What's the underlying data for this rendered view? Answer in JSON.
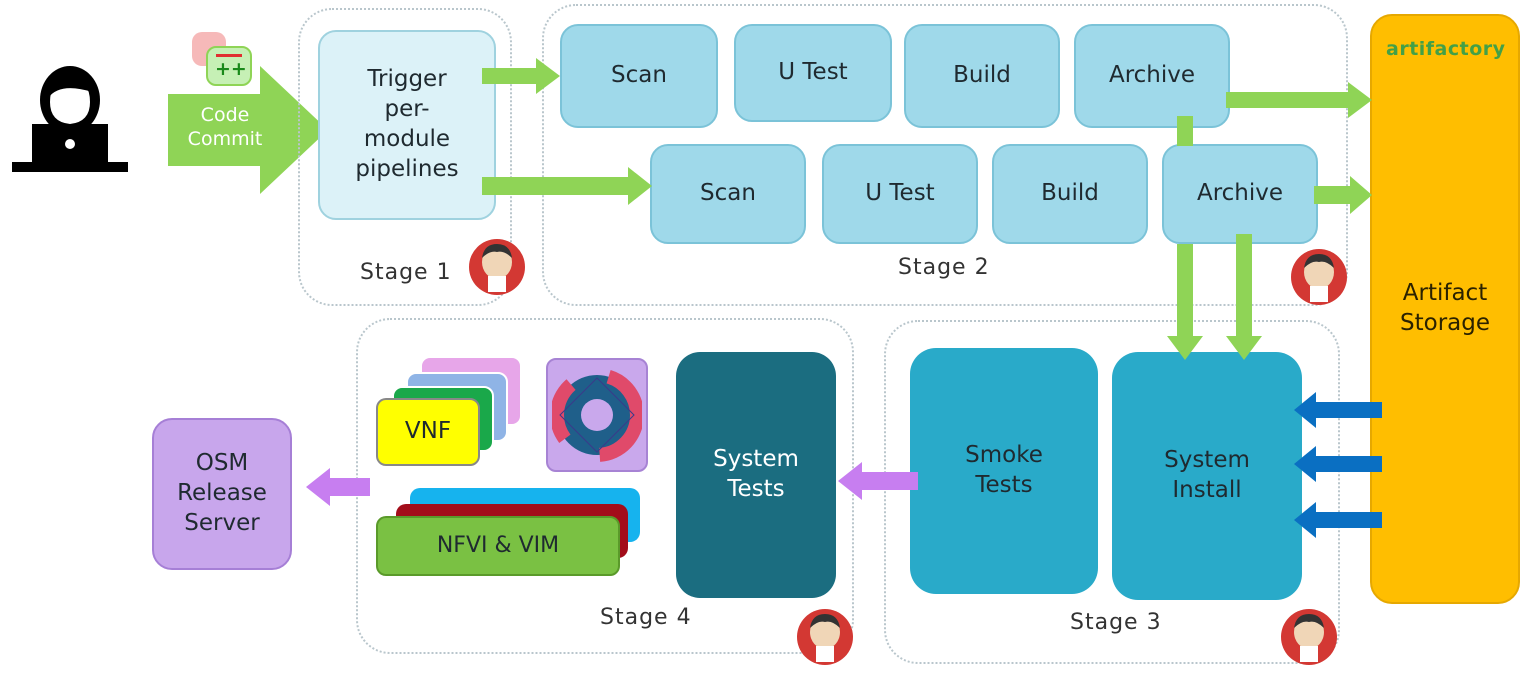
{
  "commit": {
    "label_line1": "Code",
    "label_line2": "Commit",
    "icon_text": "++"
  },
  "stage1": {
    "label": "Stage 1",
    "trigger_lines": [
      "Trigger",
      "per-",
      "module",
      "pipelines"
    ]
  },
  "stage2": {
    "label": "Stage 2",
    "row1": [
      "Scan",
      "U Test",
      "Build",
      "Archive"
    ],
    "row2": [
      "Scan",
      "U Test",
      "Build",
      "Archive"
    ]
  },
  "artifactory": {
    "logo": "artifactory",
    "storage_line1": "Artifact",
    "storage_line2": "Storage"
  },
  "stage3": {
    "label": "Stage 3",
    "smoke_line1": "Smoke",
    "smoke_line2": "Tests",
    "install_line1": "System",
    "install_line2": "Install"
  },
  "stage4": {
    "label": "Stage 4",
    "tests_line1": "System",
    "tests_line2": "Tests",
    "vnf": "VNF",
    "nfvi": "NFVI & VIM"
  },
  "osm": {
    "line1": "OSM",
    "line2": "Release",
    "line3": "Server"
  },
  "colors": {
    "arrow_green": "#8fd456",
    "arrow_purple": "#c77ef0",
    "arrow_blue": "#0a6fc2",
    "storage": "#ffbe00",
    "step": "#9fd9ea",
    "system_tests": "#1b6d80"
  }
}
